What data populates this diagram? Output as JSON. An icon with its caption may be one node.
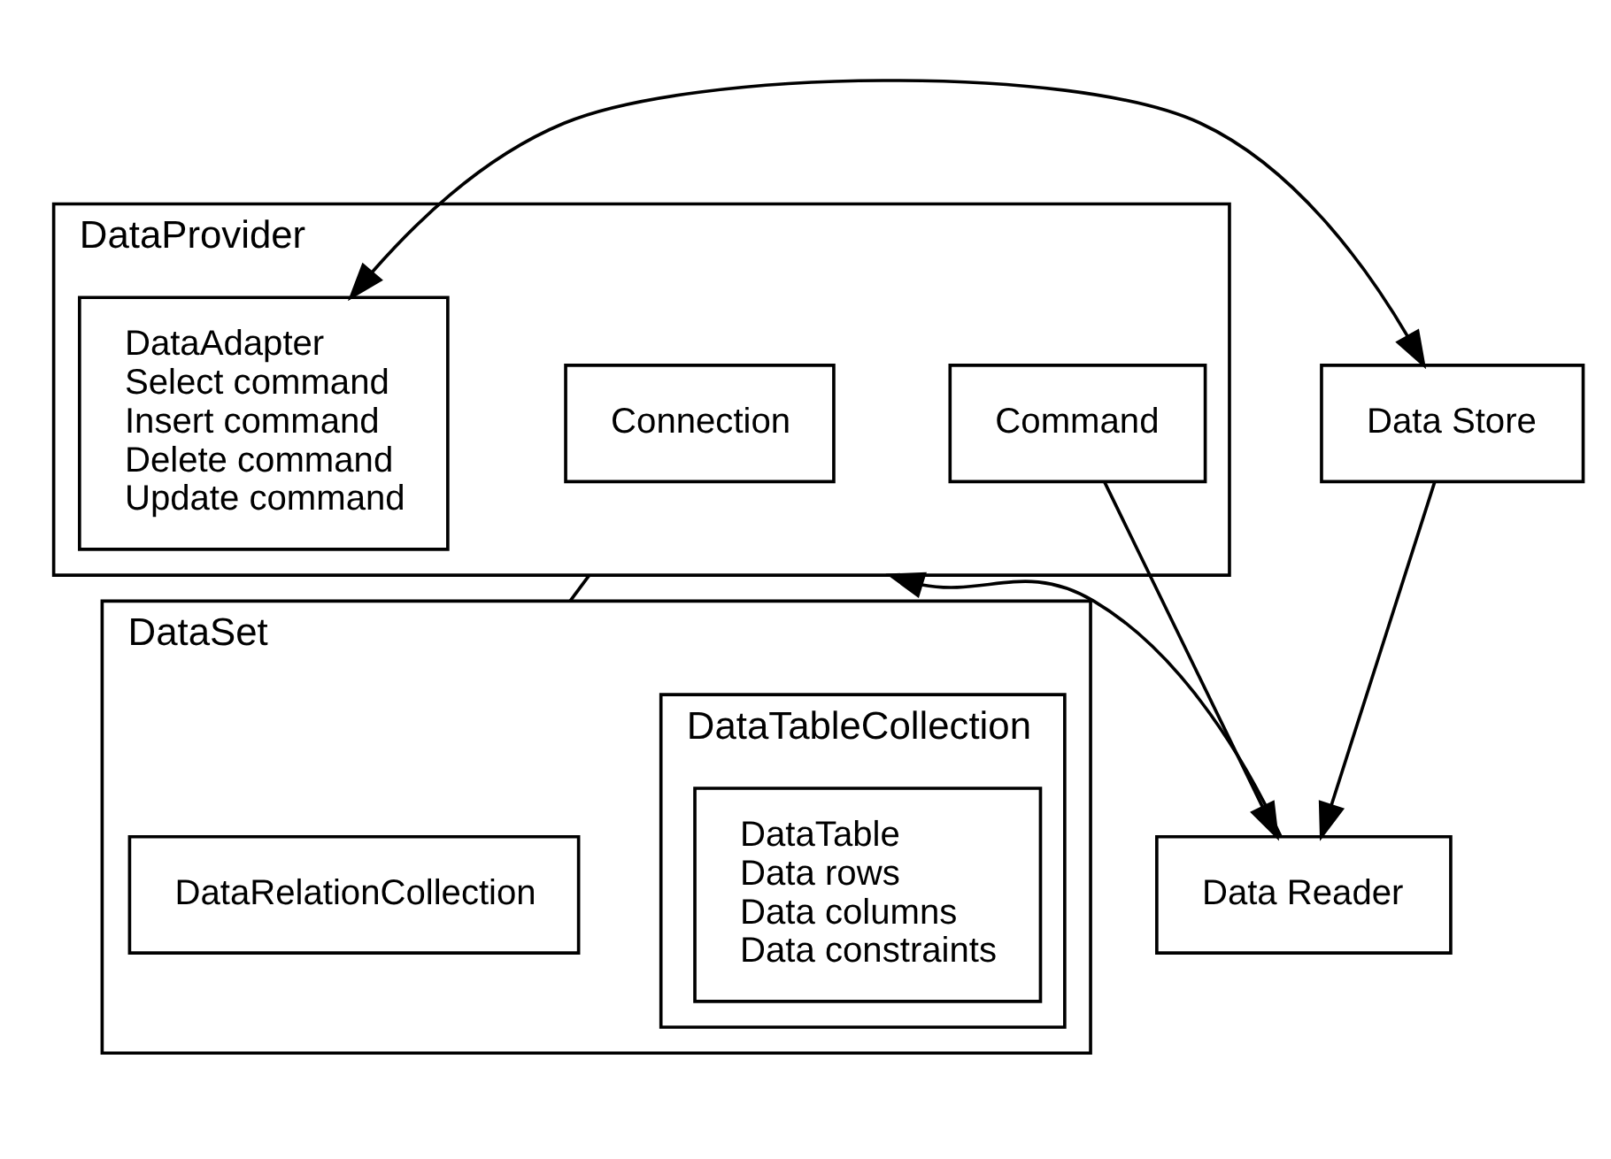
{
  "diagram": {
    "nodes": [
      {
        "text": [
          "DataProvider"
        ]
      },
      {
        "text": [
          "Connection"
        ],
        "in": 0
      },
      {
        "text": [
          "Command"
        ],
        "in": 0
      },
      {
        "text": [
          "DataAdapter",
          "Select command",
          "Insert command",
          "Delete command",
          "Update command"
        ],
        "in": 0
      },
      {
        "text": [
          "DataSet"
        ]
      },
      {
        "text": [
          "DataRelationCollection"
        ],
        "in": 4
      },
      {
        "text": [
          "DataTableCollection"
        ],
        "in": 4
      },
      {
        "text": [
          "DataTable",
          "Data rows",
          "Data columns",
          "Data constraints"
        ],
        "in": 6
      },
      {
        "text": [
          "Data Reader"
        ]
      },
      {
        "text": [
          "Data Store"
        ]
      }
    ],
    "edges": [
      {
        "from": 2,
        "to": 8,
        "arrow": "to"
      },
      {
        "from": 8,
        "to": 0,
        "arrow": "to"
      },
      {
        "from": 3,
        "to": 9,
        "arrow": "both"
      },
      {
        "from": 9,
        "to": 8,
        "arrow": "to"
      },
      {
        "from": 0,
        "to": 4,
        "arrow": "none"
      }
    ]
  }
}
